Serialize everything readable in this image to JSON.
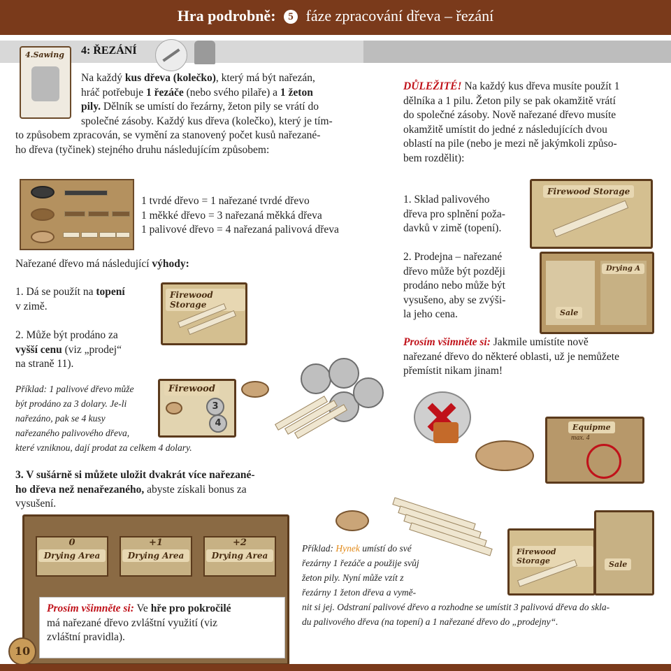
{
  "header": {
    "prefix": "Hra podrobně:",
    "number": "5",
    "suffix": "fáze zpracování dřeva – řezání"
  },
  "section": {
    "title": "4: ŘEZÁNÍ",
    "card_label": "4.Sawing"
  },
  "intro": [
    "Na každý kus dřeva (kolečko), který má být nařezán,",
    "hráč potřebuje 1 řezáče (nebo svého pilaře) a 1 žeton",
    "pily. Dělník se umístí do řezárny, žeton pily se vrátí do",
    "společné zásoby. Každý kus dřeva (kolečko), který je tím-",
    "to způsobem zpracován, se vymění za stanovený počet kusů nařezané-",
    "ho dřeva (tyčinek) stejného druhu následujícím způsobem:"
  ],
  "important": {
    "label": "DŮLEŽITÉ!",
    "lines": [
      " Na každý kus dřeva musíte použít 1",
      "dělníka a 1 pilu. Žeton pily se pak okamžitě vrátí",
      "do společné zásoby. Nově nařezané dřevo musíte",
      "okamžitě umístit do jedné z následujících dvou",
      "oblastí na pile (nebo je mezi ně jakýmkoli způso-",
      "bem rozdělit):"
    ]
  },
  "conversions": [
    "1 tvrdé dřevo = 1 nařezané tvrdé dřevo",
    "1 měkké dřevo = 3 nařezaná měkká dřeva",
    "1 palivové dřevo = 4 nařezaná palivová dřeva"
  ],
  "advantages": {
    "heading_pre": "Nařezané dřevo má následující ",
    "heading_bold": "výhody:",
    "item1_pre": "1. Dá se použít na ",
    "item1_bold": "topení",
    "item1_post": "v zimě.",
    "item2_pre": "2. Může být prodáno za",
    "item2_bold": "vyšší cenu",
    "item2_post": " (viz „prodej“",
    "item2_line3": "na straně 11).",
    "item3_bold1": "3. V sušárně si můžete uložit dvakrát více nařezané-",
    "item3_bold2": "ho dřeva než nenařezaného,",
    "item3_post": " abyste získali bonus za",
    "item3_line3": "vysušení."
  },
  "example1": [
    "Příklad: 1 palivové dřevo může",
    "být prodáno za 3 dolary. Je-li",
    "nařezáno, pak se 4 kusy",
    "nařezaného palivového dřeva,",
    "které vzniknou, dají prodat za celkem 4 dolary."
  ],
  "options": {
    "opt1": [
      "1. Sklad palivového",
      "dřeva pro splnění poža-",
      "davků v zimě (topení)."
    ],
    "opt2": [
      "2. Prodejna – nařezané",
      "dřevo může být později",
      "prodáno nebo může být",
      "vysušeno, aby se zvýši-",
      "la jeho cena."
    ]
  },
  "notice1": {
    "label": "Prosím všimněte si:",
    "line1": " Jakmile umístíte nově",
    "line2": "nařezané dřevo do některé oblasti, už je nemůžete",
    "line3": "přemístit nikam jinam!"
  },
  "notice2": {
    "label": "Prosím všimněte si:",
    "pre": " Ve ",
    "bold": "hře pro pokročilé",
    "line2": "má nařezané dřevo zvláštní využití (viz",
    "line3": "zvláštní pravidla)."
  },
  "example2": {
    "pre": "Příklad: ",
    "name": "Hynek",
    "line1_post": " umístí do své",
    "lines": [
      "řezárny 1 řezáče a použije svůj",
      "žeton pily. Nyní může vzít z",
      "řezárny 1 žeton dřeva a vymě-",
      "nit si jej. Odstraní palivové dřevo a rozhodne se umístit 3 palivová dřeva do skla-",
      "du palivového dřeva (na topení) a 1 nařezané dřevo do „prodejny“."
    ]
  },
  "boards": {
    "firewood_storage": "Firewood Storage",
    "firewood": "Firewood",
    "drying_area": "Drying Area",
    "drying_short": "Drying A",
    "sale": "Sale",
    "equipment": "Equipme",
    "equipment_max": "max. 4",
    "dry_levels": [
      "0",
      "+1",
      "+2"
    ],
    "coins": [
      "3",
      "4"
    ]
  },
  "page_number": "10",
  "colors": {
    "brown": "#7a3a1b",
    "red": "#c0121a",
    "accent": "#e28a1a"
  }
}
